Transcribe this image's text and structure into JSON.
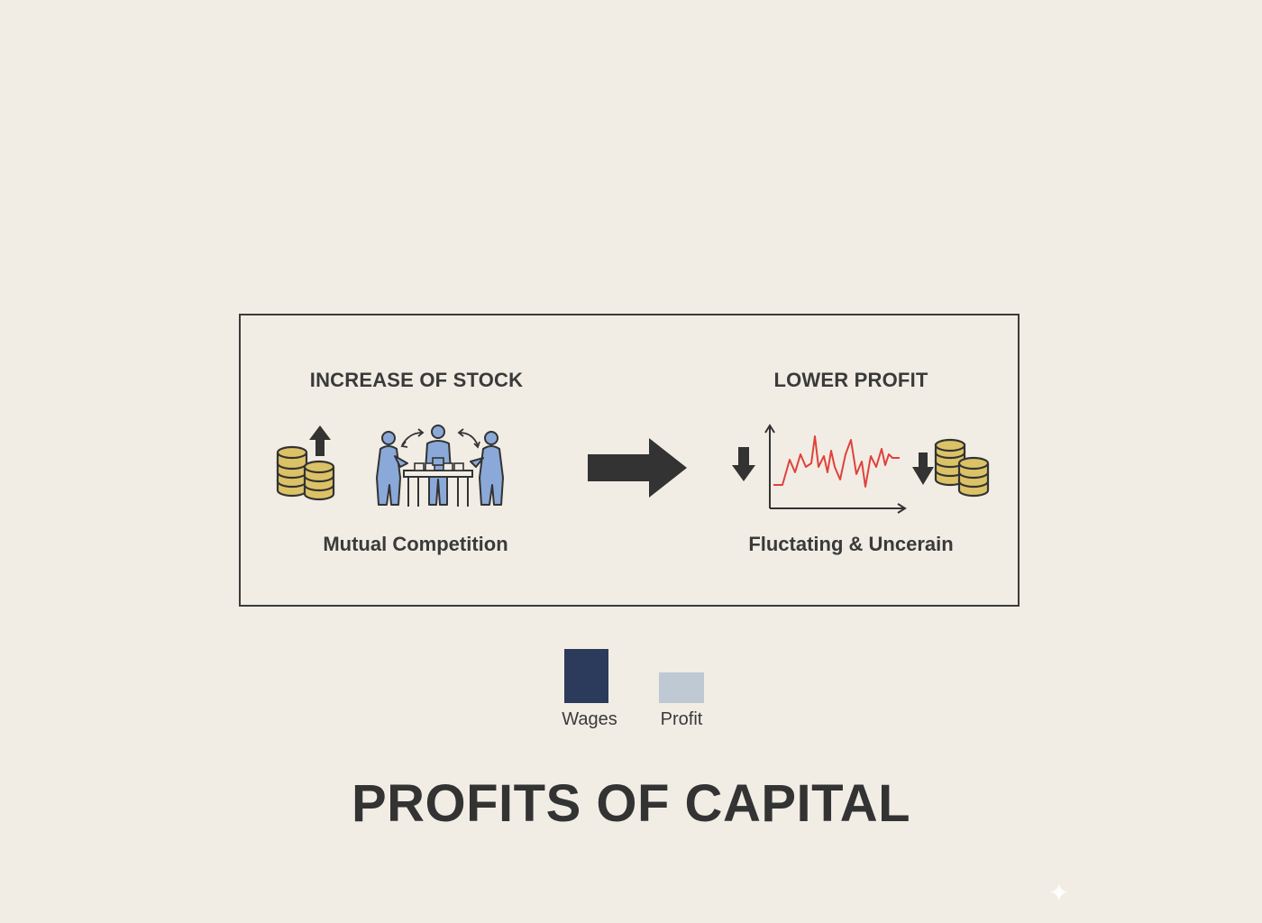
{
  "diagram": {
    "left_panel": {
      "title": "INCREASE OF STOCK",
      "caption": "Mutual Competition",
      "icons": [
        "coin-stack-up-arrow-icon",
        "competing-merchants-icon"
      ]
    },
    "connector": "right-arrow-icon",
    "right_panel": {
      "title": "LOWER PROFIT",
      "caption": "Fluctating & Uncerain",
      "icons": [
        "down-arrow-icon",
        "fluctuating-line-graph-icon",
        "coin-stack-down-arrow-icon"
      ]
    }
  },
  "legend": {
    "items": [
      {
        "label": "Wages",
        "color": "#2c3a5c",
        "level": 1.0
      },
      {
        "label": "Profit",
        "color": "#bec9d3",
        "level": 0.57
      }
    ]
  },
  "footer": {
    "title": "PROFITS OF CAPITAL"
  },
  "colors": {
    "background": "#f1ede4",
    "ink": "#3a3a3a",
    "coin": "#dcc267",
    "figure_blue": "#8aa9d8",
    "graph_red": "#e0413c"
  }
}
